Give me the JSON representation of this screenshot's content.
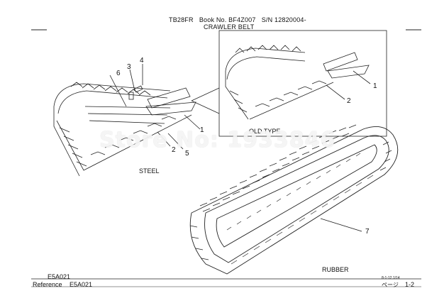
{
  "header": {
    "model": "TB28FR",
    "book_no": "Book No. BF4Z007",
    "serial": "S/N 12820004-",
    "title": "CRAWLER BELT"
  },
  "labels": {
    "old_type": "OLD TYPE",
    "steel": "STEEL",
    "rubber": "RUBBER"
  },
  "callouts": {
    "c1_main": "1",
    "c2_main": "2",
    "c3": "3",
    "c4": "4",
    "c5": "5",
    "c6": "6",
    "c1_old": "1",
    "c2_old": "2",
    "c7": "7"
  },
  "watermark": "Store No: 1933846",
  "footer": {
    "code_top": "E5A021",
    "reference_label": "Reference",
    "reference_code": "E5A021",
    "date": "8-1-12.1/14",
    "page_kana": "ページ",
    "page_no": "1-2"
  }
}
